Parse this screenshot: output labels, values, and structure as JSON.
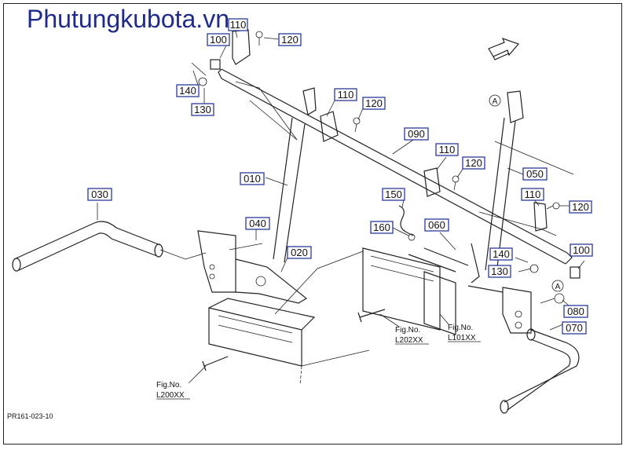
{
  "watermark": "Phutungkubota.vn",
  "footer_code": "PR161-023-10",
  "callouts": [
    {
      "id": "c110a",
      "text": "110"
    },
    {
      "id": "c100a",
      "text": "100"
    },
    {
      "id": "c120a",
      "text": "120"
    },
    {
      "id": "c140a",
      "text": "140"
    },
    {
      "id": "c130a",
      "text": "130"
    },
    {
      "id": "c110b",
      "text": "110"
    },
    {
      "id": "c120b",
      "text": "120"
    },
    {
      "id": "c090",
      "text": "090"
    },
    {
      "id": "c110c",
      "text": "110"
    },
    {
      "id": "c120c",
      "text": "120"
    },
    {
      "id": "c050",
      "text": "050"
    },
    {
      "id": "c110d",
      "text": "110"
    },
    {
      "id": "c120d",
      "text": "120"
    },
    {
      "id": "c010",
      "text": "010"
    },
    {
      "id": "c030",
      "text": "030"
    },
    {
      "id": "c150",
      "text": "150"
    },
    {
      "id": "c160",
      "text": "160"
    },
    {
      "id": "c060",
      "text": "060"
    },
    {
      "id": "c040",
      "text": "040"
    },
    {
      "id": "c020",
      "text": "020"
    },
    {
      "id": "c140b",
      "text": "140"
    },
    {
      "id": "c100b",
      "text": "100"
    },
    {
      "id": "c130b",
      "text": "130"
    },
    {
      "id": "c080",
      "text": "080"
    },
    {
      "id": "c070",
      "text": "070"
    }
  ],
  "circle_markers": [
    "A",
    "A"
  ],
  "figure_refs": [
    {
      "id": "ref200",
      "line1": "Fig.No.",
      "line2": "L200XX"
    },
    {
      "id": "ref202",
      "line1": "Fig.No.",
      "line2": "L202XX"
    },
    {
      "id": "ref101",
      "line1": "Fig.No.",
      "line2": "L101XX"
    }
  ]
}
